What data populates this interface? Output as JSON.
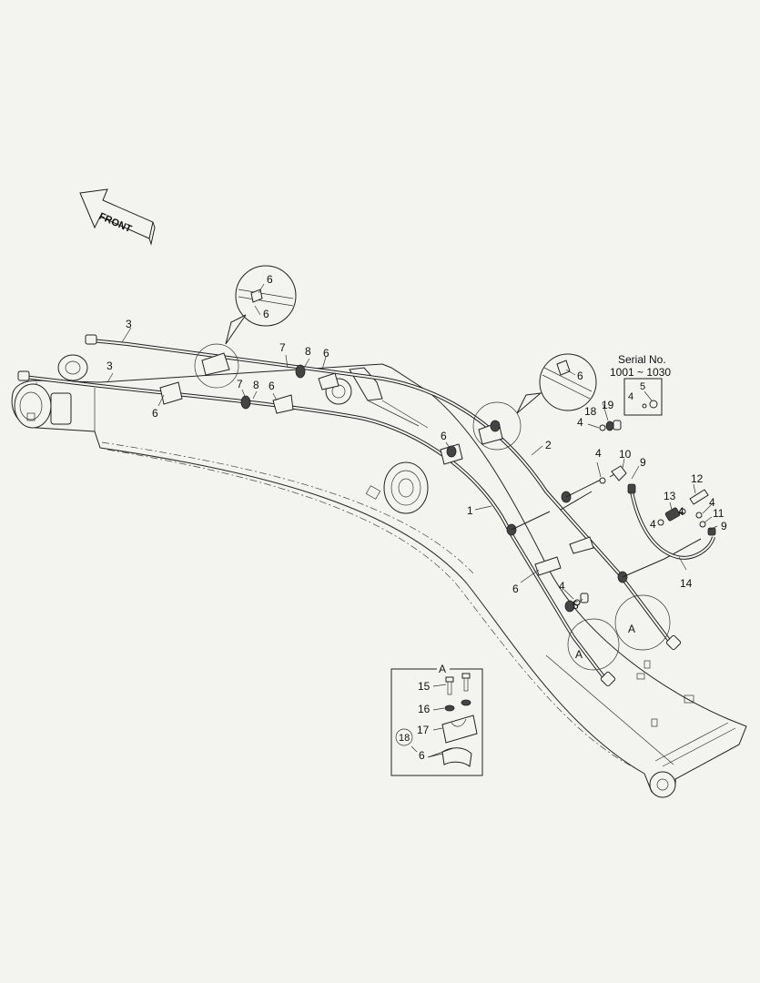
{
  "front_label": "FRONT",
  "serial": {
    "title": "Serial No.",
    "range": "1001 ~ 1030"
  },
  "detail_box_title": "A",
  "callouts": {
    "c_a_left": "A",
    "c_a_right": "A",
    "n1": "1",
    "n2": "2",
    "n3a": "3",
    "n3b": "3",
    "n4a": "4",
    "n4b": "4",
    "n4c": "4",
    "n4d": "4",
    "n4e": "4",
    "n4f": "4",
    "n4g": "4",
    "n5a": "5",
    "n5b": "5",
    "n6a": "6",
    "n6b": "6",
    "n6c": "6",
    "n6d": "6",
    "n6e": "6",
    "n6f": "6",
    "n6g": "6",
    "n6h": "6",
    "n6i": "6",
    "n6j": "6",
    "n7a": "7",
    "n7b": "7",
    "n8a": "8",
    "n8b": "8",
    "n9a": "9",
    "n9b": "9",
    "n10": "10",
    "n11": "11",
    "n12": "12",
    "n13": "13",
    "n14": "14",
    "n15": "15",
    "n16": "16",
    "n17": "17",
    "n18a": "18",
    "n18b": "18",
    "n19": "19"
  }
}
